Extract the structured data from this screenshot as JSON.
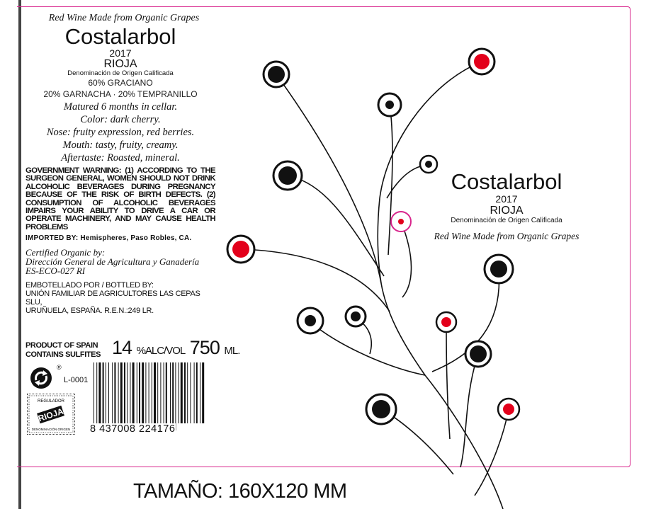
{
  "back_label": {
    "subtitle": "Red Wine Made from Organic Grapes",
    "brand": "Costalarbol",
    "year": "2017",
    "region": "RIOJA",
    "denomination": "Denominación de Origen Calificada",
    "grape_1": "60% GRACIANO",
    "grape_2": "20% GARNACHA · 20% TEMPRANILLO",
    "tasting": [
      "Matured 6 months in cellar.",
      "Color: dark cherry.",
      "Nose: fruity expression, red berries.",
      "Mouth: tasty, fruity, creamy.",
      "Aftertaste: Roasted, mineral."
    ],
    "warning": "GOVERNMENT WARNING: (1) ACCORDING TO THE SURGEON GENERAL, WOMEN SHOULD NOT DRINK ALCOHOLIC BEVERAGES DURING PREGNANCY BECAUSE OF THE RISK OF BIRTH DEFECTS. (2) CONSUMPTION OF ALCOHOLIC BEVERAGES IMPAIRS YOUR ABILITY TO DRIVE A CAR OR OPERATE MACHINERY, AND MAY CAUSE HEALTH PROBLEMS",
    "imported_label": "IMPORTED BY:",
    "imported_value": "Hemispheres, Paso Robles, CA.",
    "certified": [
      "Certified Organic by:",
      "Dirección General de Agricultura y Ganadería",
      "ES-ECO-027 RI"
    ],
    "bottled": [
      "EMBOTELLADO POR / BOTTLED BY:",
      "UNIÓN FAMILIAR DE AGRICULTORES LAS CEPAS SLU,",
      "URUÑUELA, ESPAÑA. R.E.N.:249 LR."
    ],
    "product_of": "PRODUCT OF SPAIN",
    "sulfites": "CONTAINS SULFITES",
    "alc_value": "14",
    "alc_unit": "%ALC/VOL",
    "volume_value": "750",
    "volume_unit": "ML.",
    "registered_mark": "®",
    "lot": "L-0001",
    "seal_top": "REGULADOR",
    "seal_mid": "RIOJA",
    "seal_bottom": "DENOMINACIÓN ORIGEN",
    "barcode_digits": "8 437008 224176"
  },
  "front_label": {
    "brand": "Costalarbol",
    "year": "2017",
    "region": "RIOJA",
    "denomination": "Denominación de Origen Calificada",
    "subtitle": "Red Wine Made from Organic Grapes"
  },
  "size_note": "TAMAÑO: 160X120 MM",
  "colors": {
    "frame": "#d8258c",
    "berry_red": "#e3001b",
    "ink": "#111111"
  }
}
